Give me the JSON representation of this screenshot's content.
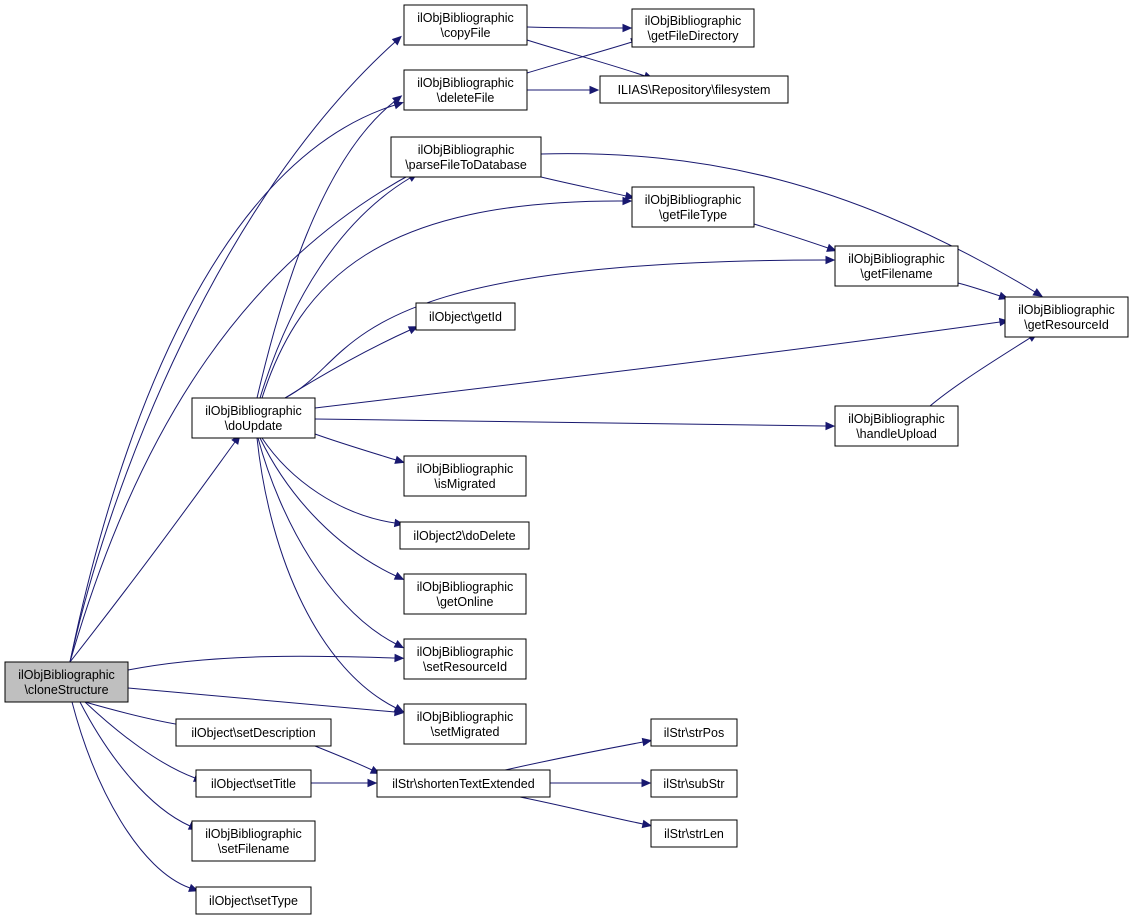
{
  "diagram": {
    "type": "call-graph",
    "colors": {
      "edge": "#191970",
      "node_border": "#000000",
      "node_fill": "#ffffff",
      "root_fill": "#bfbfbf"
    },
    "nodes": [
      {
        "id": "clone",
        "lines": [
          "ilObjBibliographic",
          "\\cloneStructure"
        ],
        "root": true
      },
      {
        "id": "copyFile",
        "lines": [
          "ilObjBibliographic",
          "\\copyFile"
        ]
      },
      {
        "id": "deleteFile",
        "lines": [
          "ilObjBibliographic",
          "\\deleteFile"
        ]
      },
      {
        "id": "getFileDirectory",
        "lines": [
          "ilObjBibliographic",
          "\\getFileDirectory"
        ]
      },
      {
        "id": "filesystem",
        "lines": [
          "ILIAS\\Repository\\filesystem"
        ]
      },
      {
        "id": "parseFile",
        "lines": [
          "ilObjBibliographic",
          "\\parseFileToDatabase"
        ]
      },
      {
        "id": "getFileType",
        "lines": [
          "ilObjBibliographic",
          "\\getFileType"
        ]
      },
      {
        "id": "getFilename",
        "lines": [
          "ilObjBibliographic",
          "\\getFilename"
        ]
      },
      {
        "id": "getResourceId",
        "lines": [
          "ilObjBibliographic",
          "\\getResourceId"
        ]
      },
      {
        "id": "getId",
        "lines": [
          "ilObject\\getId"
        ]
      },
      {
        "id": "doUpdate",
        "lines": [
          "ilObjBibliographic",
          "\\doUpdate"
        ]
      },
      {
        "id": "handleUpload",
        "lines": [
          "ilObjBibliographic",
          "\\handleUpload"
        ]
      },
      {
        "id": "isMigrated",
        "lines": [
          "ilObjBibliographic",
          "\\isMigrated"
        ]
      },
      {
        "id": "doDelete",
        "lines": [
          "ilObject2\\doDelete"
        ]
      },
      {
        "id": "getOnline",
        "lines": [
          "ilObjBibliographic",
          "\\getOnline"
        ]
      },
      {
        "id": "setResourceId",
        "lines": [
          "ilObjBibliographic",
          "\\setResourceId"
        ]
      },
      {
        "id": "setMigrated",
        "lines": [
          "ilObjBibliographic",
          "\\setMigrated"
        ]
      },
      {
        "id": "setDescription",
        "lines": [
          "ilObject\\setDescription"
        ]
      },
      {
        "id": "setTitle",
        "lines": [
          "ilObject\\setTitle"
        ]
      },
      {
        "id": "shorten",
        "lines": [
          "ilStr\\shortenTextExtended"
        ]
      },
      {
        "id": "strPos",
        "lines": [
          "ilStr\\strPos"
        ]
      },
      {
        "id": "subStr",
        "lines": [
          "ilStr\\subStr"
        ]
      },
      {
        "id": "strLen",
        "lines": [
          "ilStr\\strLen"
        ]
      },
      {
        "id": "setFilename",
        "lines": [
          "ilObjBibliographic",
          "\\setFilename"
        ]
      },
      {
        "id": "setType",
        "lines": [
          "ilObject\\setType"
        ]
      }
    ],
    "edges": [
      {
        "from": "clone",
        "to": "copyFile"
      },
      {
        "from": "clone",
        "to": "deleteFile"
      },
      {
        "from": "clone",
        "to": "parseFile"
      },
      {
        "from": "clone",
        "to": "doUpdate"
      },
      {
        "from": "clone",
        "to": "setResourceId"
      },
      {
        "from": "clone",
        "to": "setMigrated"
      },
      {
        "from": "clone",
        "to": "setDescription"
      },
      {
        "from": "clone",
        "to": "setTitle"
      },
      {
        "from": "clone",
        "to": "setFilename"
      },
      {
        "from": "clone",
        "to": "setType"
      },
      {
        "from": "copyFile",
        "to": "getFileDirectory"
      },
      {
        "from": "copyFile",
        "to": "filesystem"
      },
      {
        "from": "deleteFile",
        "to": "getFileDirectory"
      },
      {
        "from": "deleteFile",
        "to": "filesystem"
      },
      {
        "from": "parseFile",
        "to": "getFileType"
      },
      {
        "from": "parseFile",
        "to": "getResourceId"
      },
      {
        "from": "getFileType",
        "to": "getFilename"
      },
      {
        "from": "getFilename",
        "to": "getResourceId"
      },
      {
        "from": "doUpdate",
        "to": "deleteFile"
      },
      {
        "from": "doUpdate",
        "to": "parseFile"
      },
      {
        "from": "doUpdate",
        "to": "getFileType"
      },
      {
        "from": "doUpdate",
        "to": "getFilename"
      },
      {
        "from": "doUpdate",
        "to": "getId"
      },
      {
        "from": "doUpdate",
        "to": "getResourceId"
      },
      {
        "from": "doUpdate",
        "to": "handleUpload"
      },
      {
        "from": "doUpdate",
        "to": "isMigrated"
      },
      {
        "from": "doUpdate",
        "to": "doDelete"
      },
      {
        "from": "doUpdate",
        "to": "getOnline"
      },
      {
        "from": "doUpdate",
        "to": "setResourceId"
      },
      {
        "from": "doUpdate",
        "to": "setMigrated"
      },
      {
        "from": "handleUpload",
        "to": "getResourceId"
      },
      {
        "from": "setDescription",
        "to": "shorten"
      },
      {
        "from": "setTitle",
        "to": "shorten"
      },
      {
        "from": "shorten",
        "to": "strPos"
      },
      {
        "from": "shorten",
        "to": "subStr"
      },
      {
        "from": "shorten",
        "to": "strLen"
      }
    ]
  }
}
